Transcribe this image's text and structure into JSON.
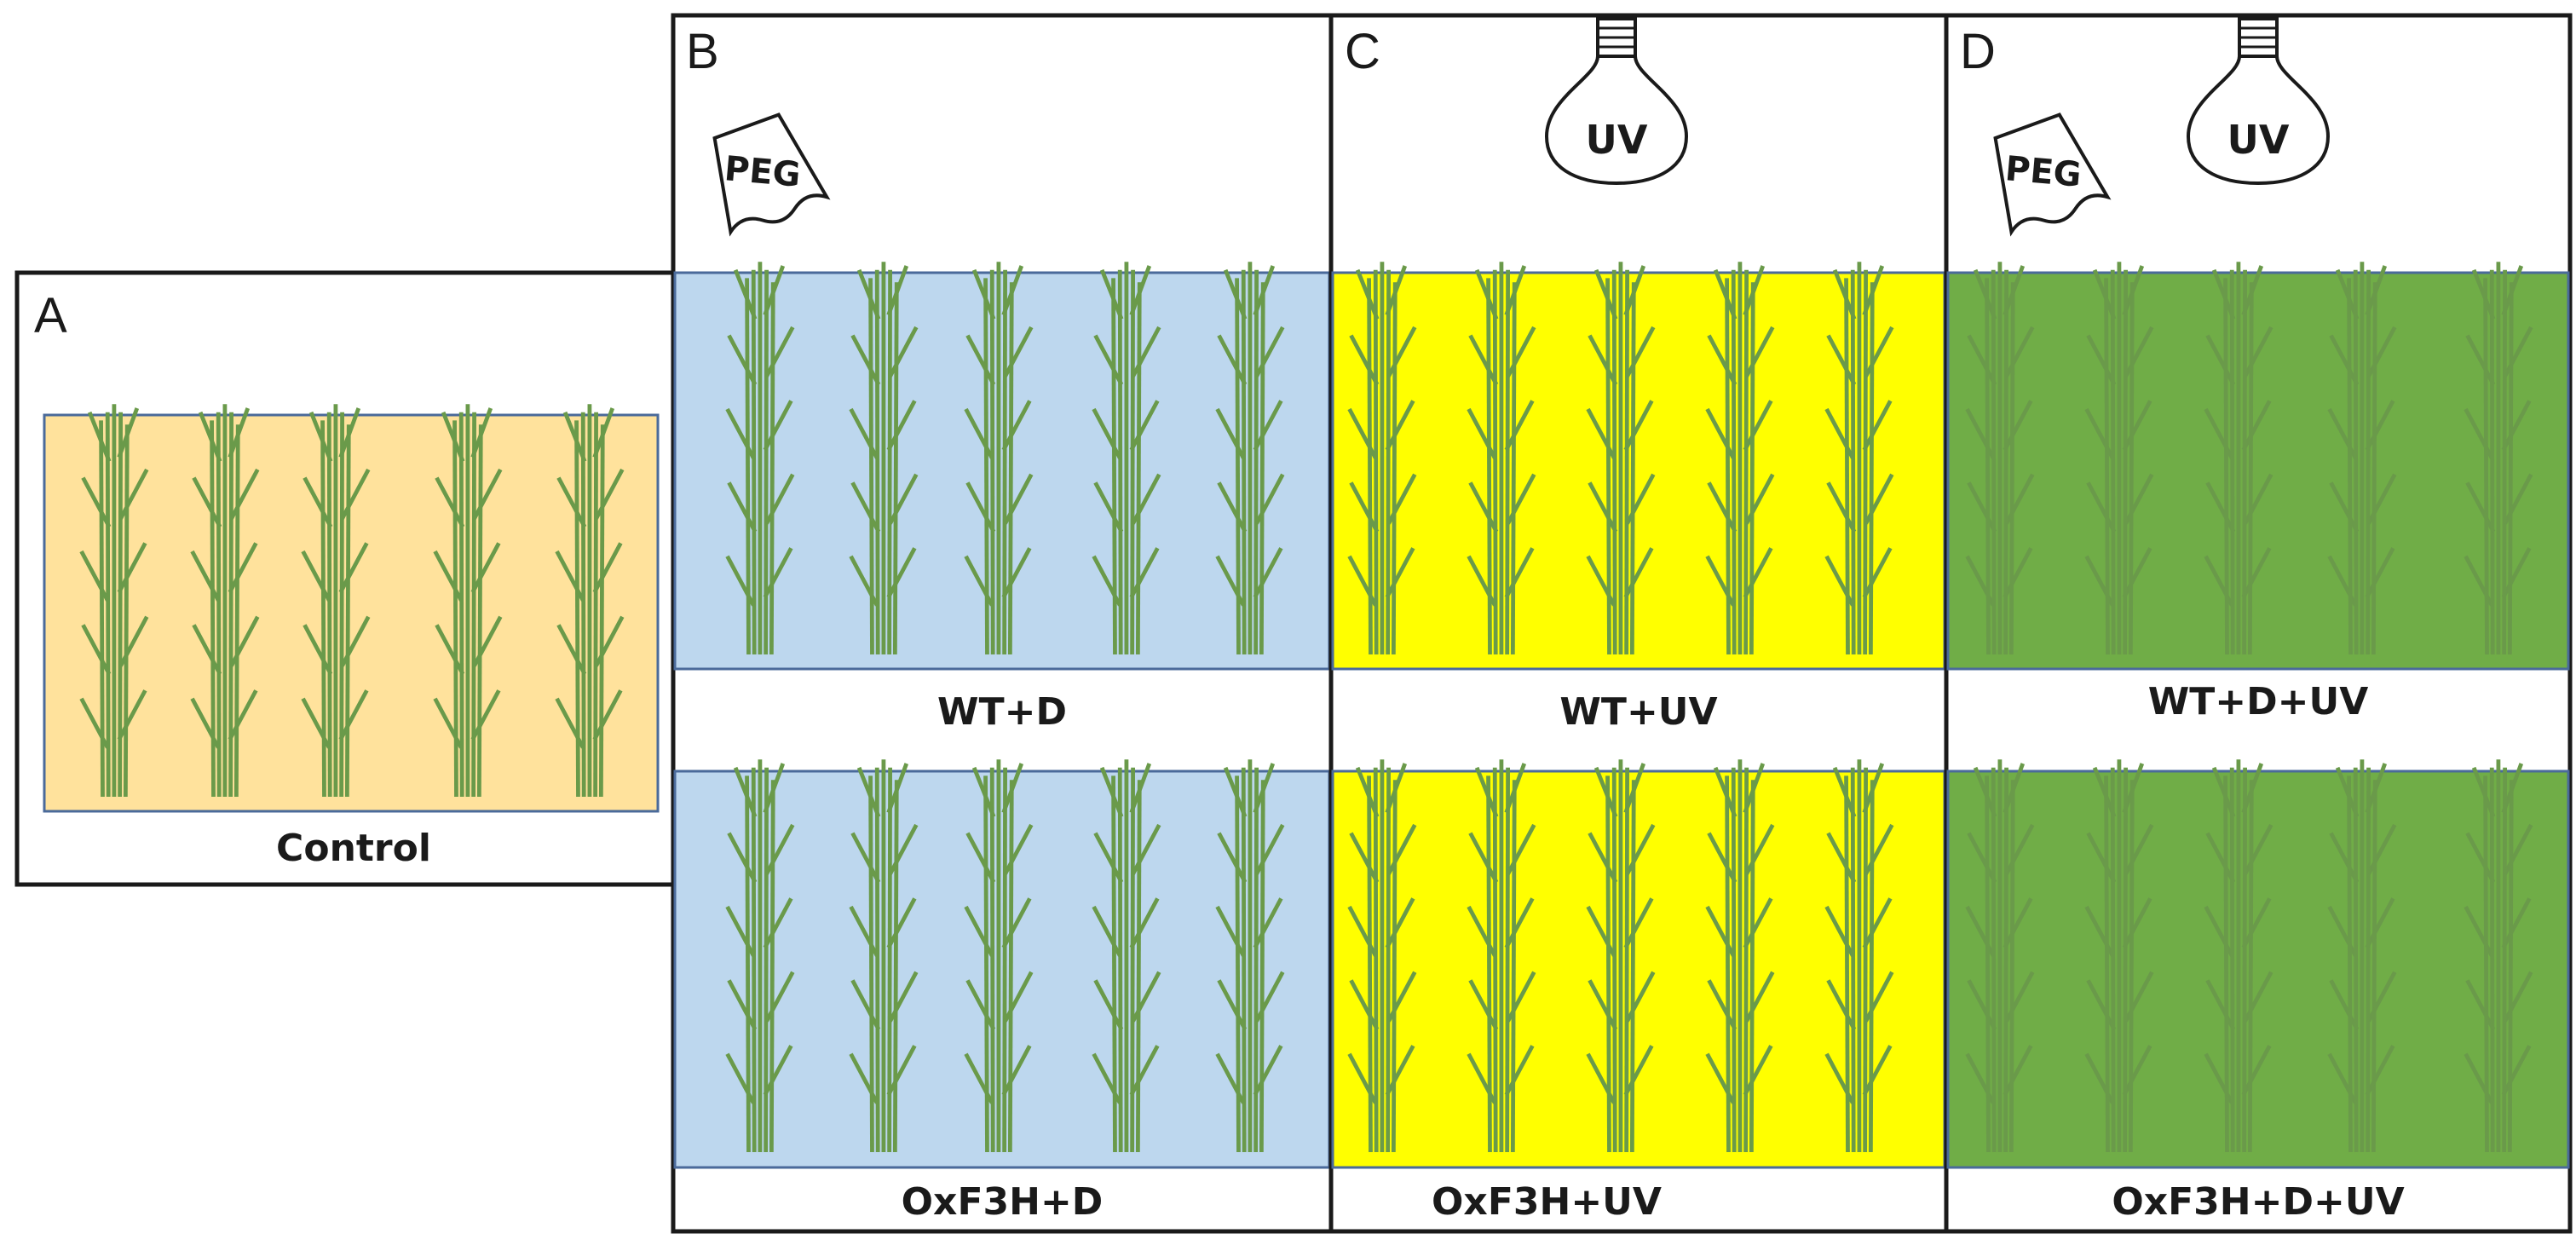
{
  "panels": {
    "a": {
      "letter": "A",
      "label": "Control"
    },
    "b": {
      "letter": "B",
      "top_label": "WT+D",
      "bottom_label": "OxF3H+D",
      "icon_text": "PEG"
    },
    "c": {
      "letter": "C",
      "top_label": "WT+UV",
      "bottom_label": "OxF3H+UV",
      "icon_text": "UV"
    },
    "d": {
      "letter": "D",
      "top_label": "WT+D+UV",
      "bottom_label": "OxF3H+D+UV",
      "icon_text_peg": "PEG",
      "icon_text_uv": "UV"
    }
  },
  "colors": {
    "control_fill": "#ffe29c",
    "drought_fill": "#bdd7ee",
    "uv_fill": "#ffff00",
    "drought_uv_fill": "#70ad47",
    "plant": "#6a9a4a",
    "border": "#1a1a1a",
    "region_border": "#4a6a9a"
  },
  "plant_icon": "grass-seedling-icon"
}
